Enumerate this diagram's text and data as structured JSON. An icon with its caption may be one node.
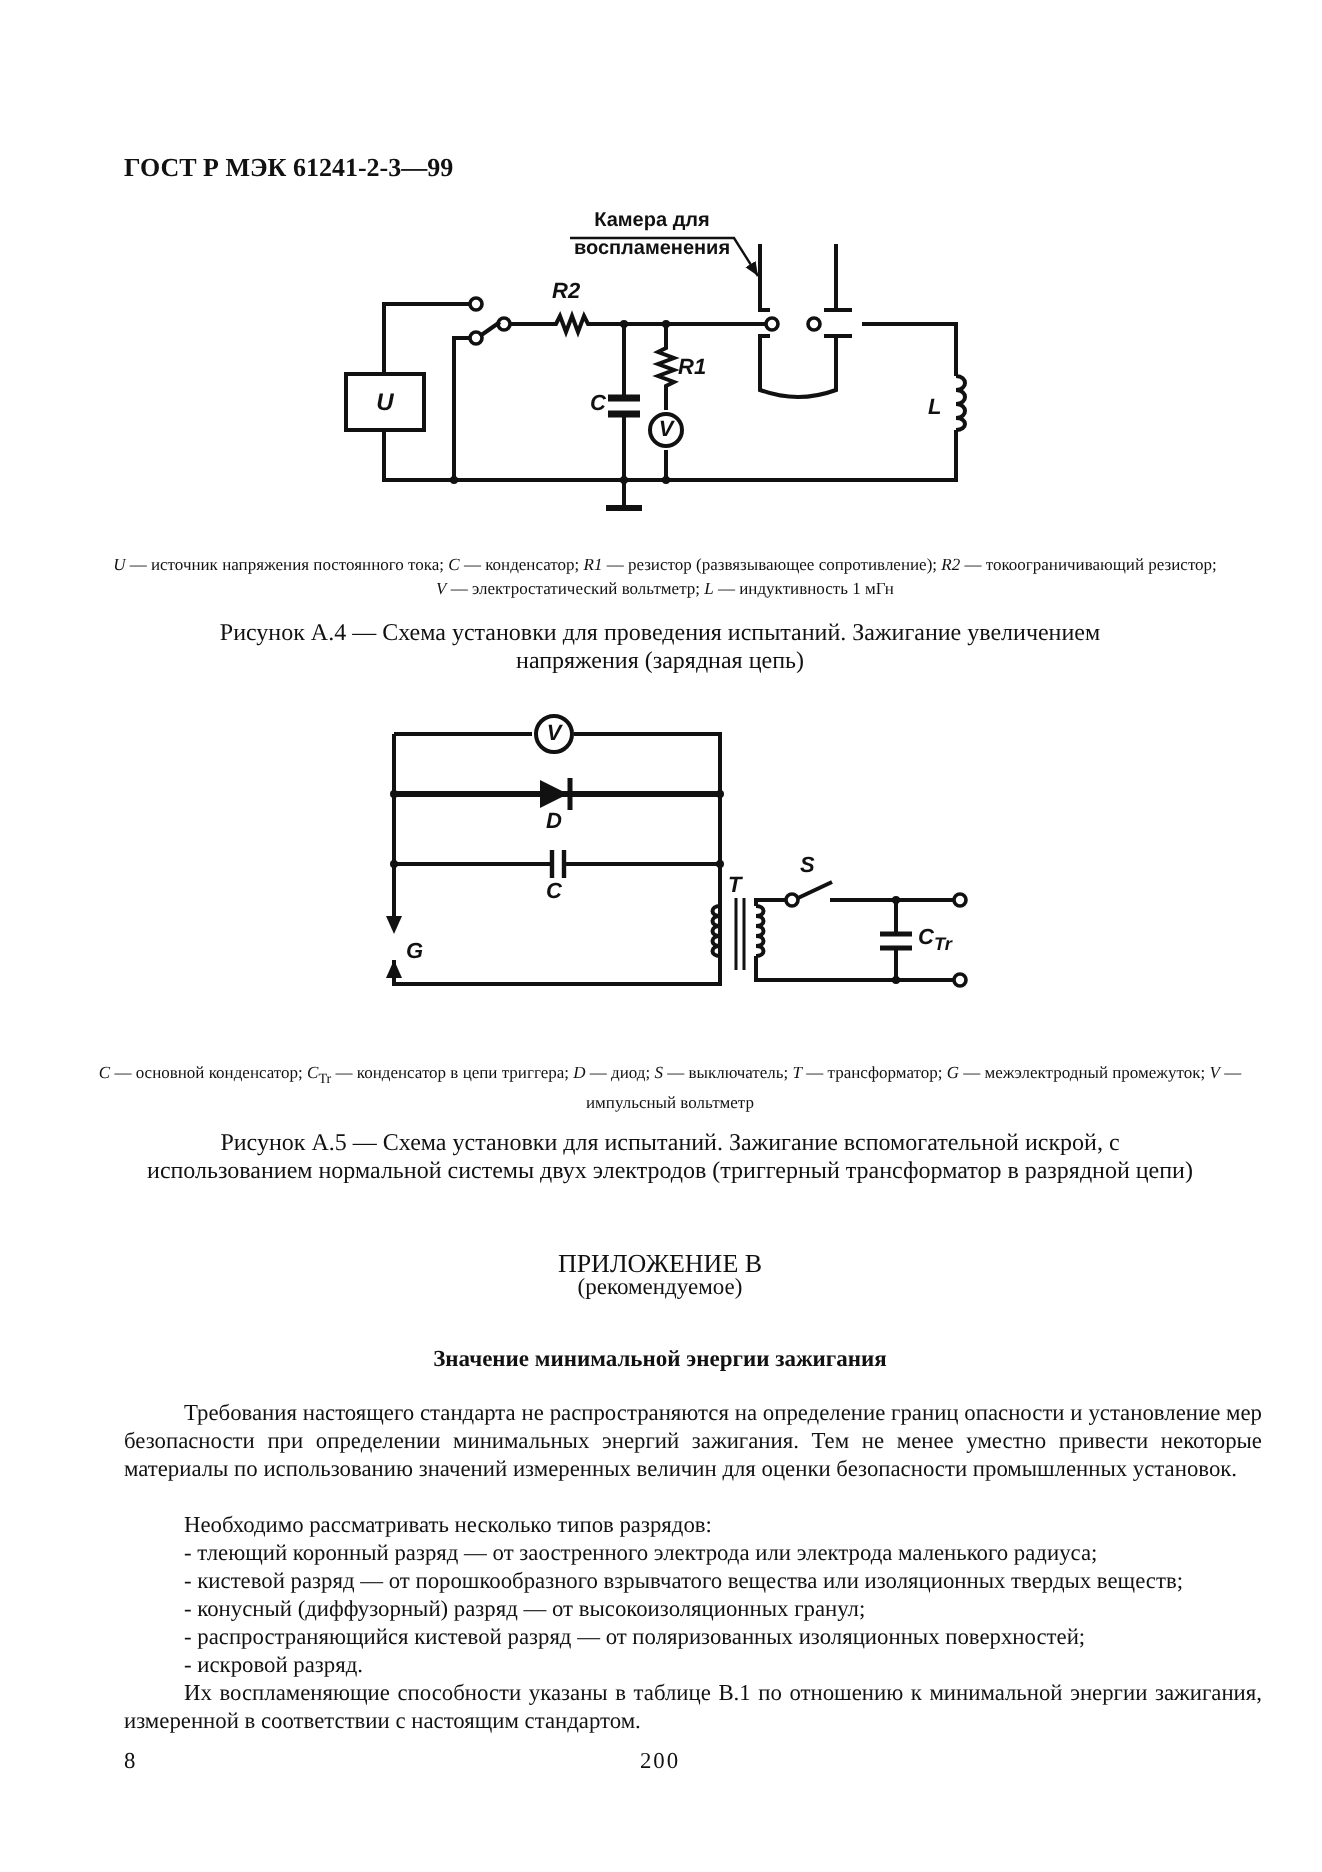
{
  "diagram": {
    "nodes": [
      {
        "text": [
          "Камера для воспламенения"
        ]
      },
      {
        "text": [],
        "shape": "picture"
      },
      {
        "text": [
          "U"
        ]
      },
      {
        "text": [
          "V"
        ]
      },
      {
        "text": [
          "V"
        ]
      }
    ],
    "edges": [
      {
        "from": 0,
        "to": 1,
        "arrow": "to"
      }
    ],
    "labels": [
      "ГОСТ Р МЭК 61241-2-3—99",
      "R2",
      "R1",
      "C",
      "L",
      "*U* — источник напряжения постоянного тока; *C* — конденсатор; *R1* — резистор (развязывающее сопротивление); *R2* — токоограничивающий резистор; *V* — электростатический вольтметр; *L* — индуктивность 1 мГн",
      "Рисунок А.4 — Схема установки для проведения испытаний. Зажигание увеличением напряжения (зарядная цепь)",
      "D",
      "C",
      "T",
      "S",
      "C$_{Tr}$",
      "G",
      "*C* — основной конденсатор; *C*$_{Tr}$ — конденсатор в цепи триггера; *D* — диод; *S* — выключатель; *T* — трансформатор; *G* — межэлектродный промежуток; *V* — импульсный вольтметр",
      "Рисунок А.5 — Схема установки для испытаний. Зажигание вспомогательной искрой, с использованием нормальной системы двух электродов (триггерный трансформатор в разрядной цепи)",
      "ПРИЛОЖЕНИЕ В",
      "(рекомендуемое)",
      "Значение минимальной энергии зажигания",
      "Требования настоящего стандарта не распространяются на определение границ опасности и установление мер безопасности при определении минимальных энергий зажигания. Тем не менее уместно привести некоторые материалы по использованию значений измеренных величин для оценки безопасности промышленных установок.",
      "Необходимо рассматривать несколько типов разрядов:",
      "- тлеющий коронный разряд — от заостренного электрода или электрода маленького радиуса;",
      "- кистевой разряд — от порошкообразного взрывчатого вещества или изоляционных твердых веществ;",
      "- конусный (диффузорный) разряд — от высокоизоляционных гранул;",
      "- распространяющийся кистевой разряд — от поляризованных изоляционных поверхностей;",
      "- искровой разряд.",
      "Их воспламеняющие способности указаны в таблице В.1 по отношению к минимальной энергии зажигания, измеренной в соответствии с настоящим стандартом.",
      "8",
      "200"
    ]
  }
}
